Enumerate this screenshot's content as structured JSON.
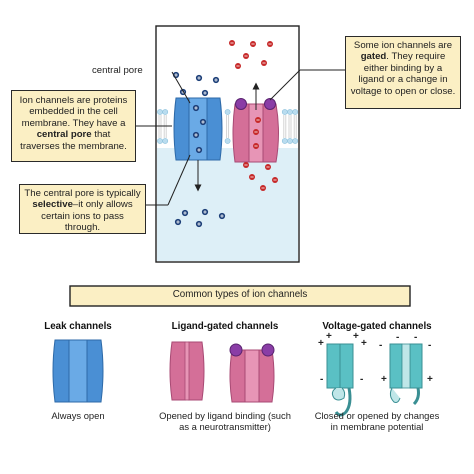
{
  "labels": {
    "central_pore": "central pore"
  },
  "notes": {
    "proteins": {
      "pre": "Ion channels are proteins embedded in the cell membrane. They have a ",
      "bold": "central pore",
      "post": " that traverses the membrane."
    },
    "selective": {
      "pre": "The central pore is typically ",
      "bold": "selective",
      "post": "–it only allows certain ions to pass through."
    },
    "gated": {
      "pre": "Some ion channels are ",
      "bold": "gated",
      "post": ". They require either binding by a ligand or a change in voltage to open or close."
    }
  },
  "banner": "Common types of ion channels",
  "types": [
    {
      "title": "Leak channels",
      "caption": "Always open"
    },
    {
      "title": "Ligand-gated channels",
      "caption": "Opened by ligand binding (such as a neurotransmitter)"
    },
    {
      "title": "Voltage-gated channels",
      "caption": "Closed or opened by changes in membrane potential"
    }
  ],
  "symbols": {
    "plus": "+",
    "minus": "-"
  },
  "colors": {
    "membrane_head": "#b9dcef",
    "membrane_tail": "#cfcfcf",
    "inside": "#ddeff7",
    "leak_channel": "#4a8fd4",
    "ligand_channel": "#d46f98",
    "ligand": "#8a3da6",
    "voltage_channel": "#5ac0c4",
    "positive_ion": "#1d3f78",
    "red_ion": "#c62828",
    "note_fill": "#fbefc4"
  }
}
